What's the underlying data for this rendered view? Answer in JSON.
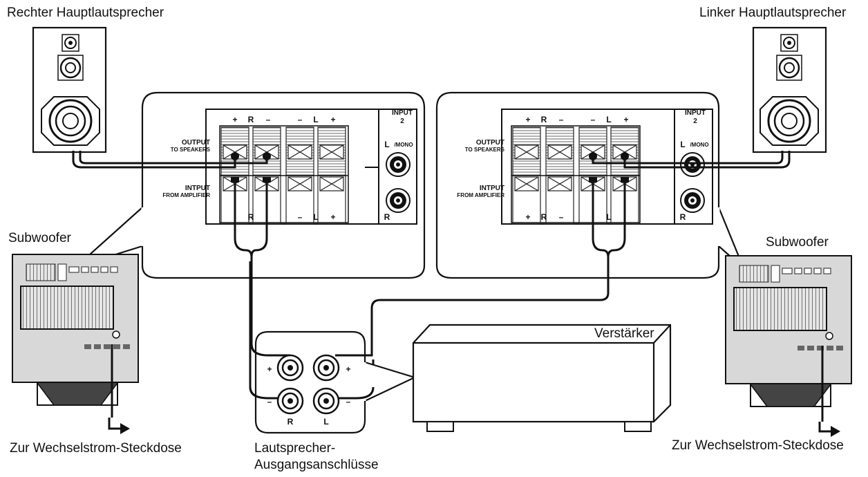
{
  "labels": {
    "right_main_speaker": "Rechter Hauptlautsprecher",
    "left_main_speaker": "Linker Hauptlautsprecher",
    "subwoofer_left": "Subwoofer",
    "subwoofer_right": "Subwoofer",
    "amplifier": "Verstärker",
    "speaker_outputs_line1": "Lautsprecher-",
    "speaker_outputs_line2": "Ausgangsanschlüsse",
    "ac_outlet_left": "Zur Wechselstrom-Steckdose",
    "ac_outlet_right": "Zur Wechselstrom-Steckdose"
  },
  "panel": {
    "output_line1": "OUTPUT",
    "output_line2": "TO SPEAKERS",
    "input_line1": "INTPUT",
    "input_line2": "FROM AMPLIFIER",
    "input2_line1": "INPUT",
    "input2_line2": "2",
    "mono": "/MONO",
    "plus": "+",
    "minus": "–",
    "r": "R",
    "l": "L"
  }
}
